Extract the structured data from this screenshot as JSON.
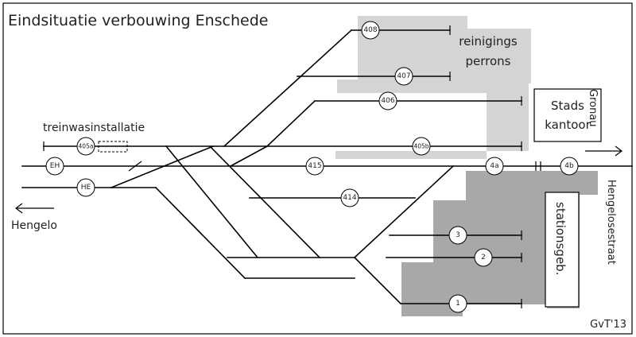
{
  "title": "Eindsituatie verbouwing Enschede",
  "labels": {
    "cleaning_platforms_1": "reinigings",
    "cleaning_platforms_2": "perrons",
    "city_office_1": "Stads",
    "city_office_2": "kantoor",
    "station_building": "stationsgeb.",
    "wash_installation": "treinwasinstallatie",
    "direction_west": "Hengelo",
    "direction_east": "Gronau",
    "street": "Hengelosestraat",
    "credit": "GvT'13"
  },
  "track_numbers": {
    "t408": "408",
    "t407": "407",
    "t406": "406",
    "t405a": "405a",
    "t405b": "405b",
    "t415": "415",
    "t414": "414",
    "t4a": "4a",
    "t4b": "4b",
    "t3": "3",
    "t2": "2",
    "t1": "1",
    "eh": "EH",
    "he": "HE"
  },
  "colors": {
    "light_platform": "#d4d4d4",
    "dark_platform": "#a8a8a8",
    "track": "#000000"
  }
}
